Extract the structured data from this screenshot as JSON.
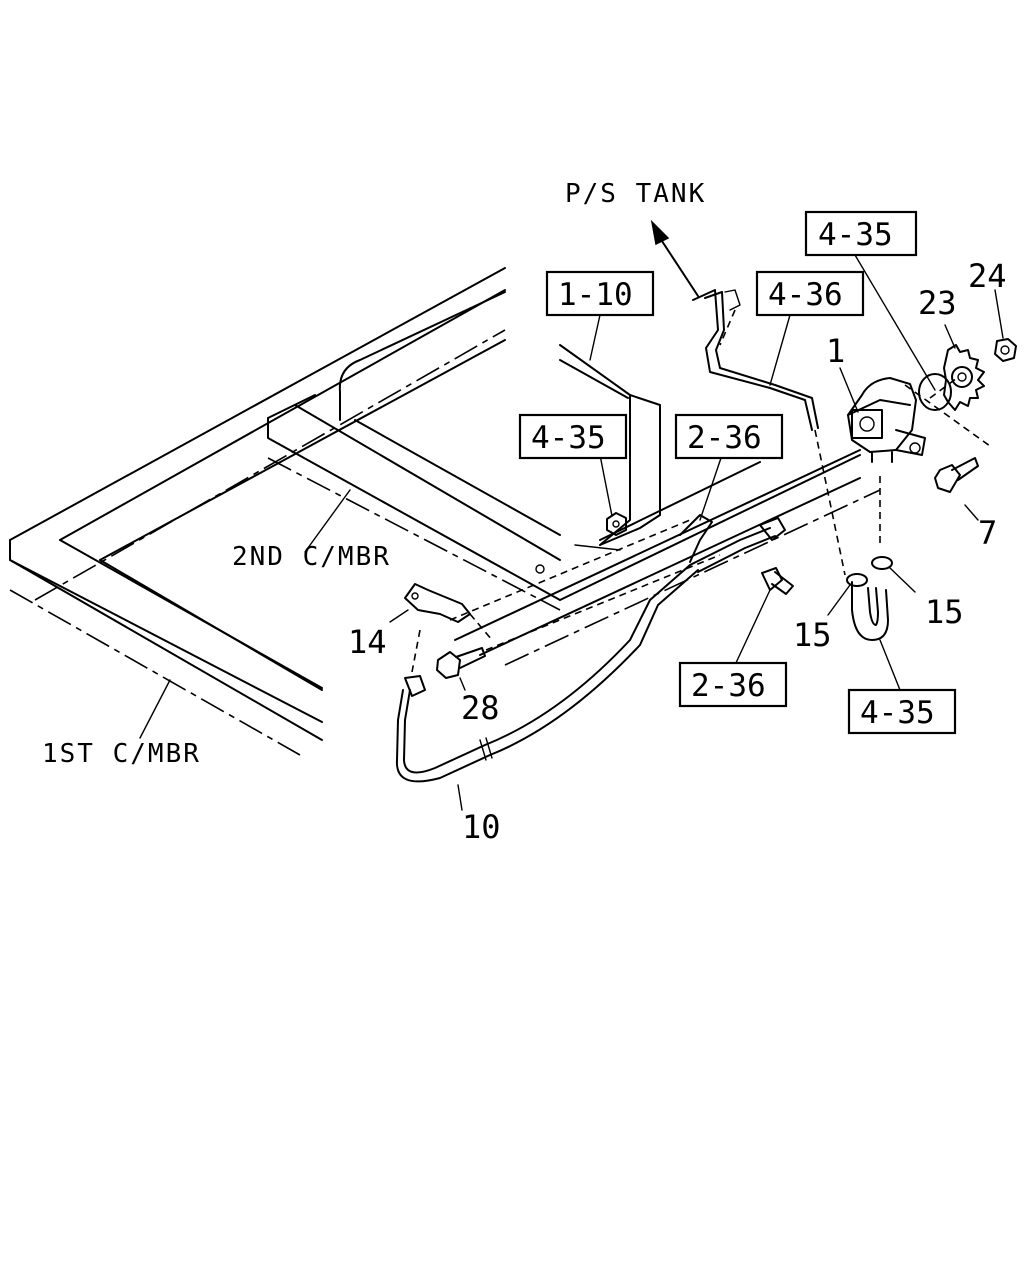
{
  "diagram": {
    "destination_label": "P/S TANK",
    "member_labels": {
      "first": "1ST C/MBR",
      "second": "2ND C/MBR"
    },
    "reference_boxes": {
      "ref_1_10": "1-10",
      "ref_4_36": "4-36",
      "ref_4_35_top": "4-35",
      "ref_4_35_mid": "4-35",
      "ref_2_36_top": "2-36",
      "ref_2_36_bottom": "2-36",
      "ref_4_35_bottom": "4-35"
    },
    "part_callouts": {
      "p1": "1",
      "p7": "7",
      "p10": "10",
      "p14": "14",
      "p15_left": "15",
      "p15_right": "15",
      "p23": "23",
      "p24": "24",
      "p28": "28"
    }
  }
}
